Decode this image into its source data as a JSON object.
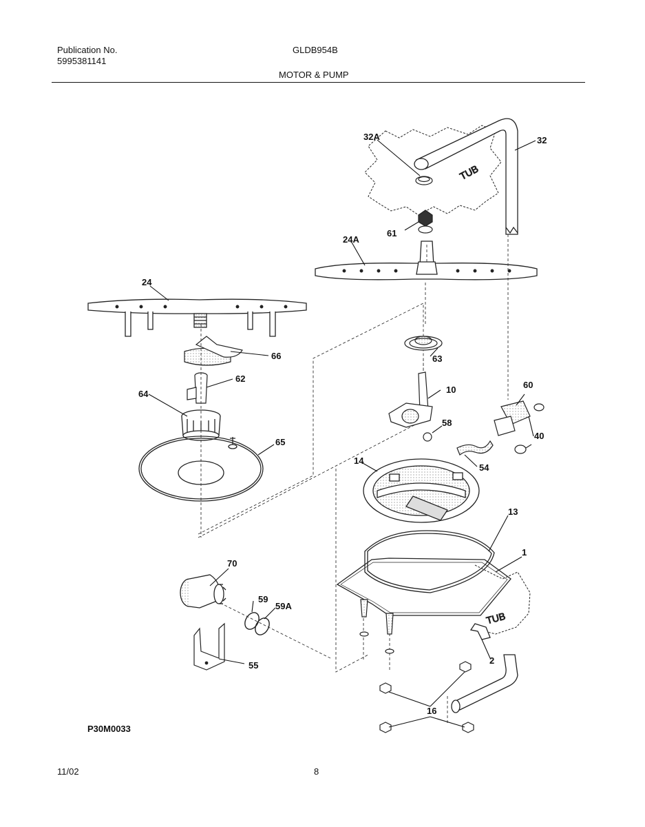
{
  "header": {
    "publication_label": "Publication No.",
    "publication_number": "5995381141",
    "model": "GLDB954B",
    "section": "MOTOR & PUMP"
  },
  "callouts": {
    "c32A": "32A",
    "c32": "32",
    "c61": "61",
    "c24A": "24A",
    "c24": "24",
    "c66": "66",
    "c63": "63",
    "c62": "62",
    "c10": "10",
    "c60": "60",
    "c64": "64",
    "c58": "58",
    "c40": "40",
    "c65": "65",
    "c54": "54",
    "c14": "14",
    "c13": "13",
    "c1": "1",
    "c70": "70",
    "c59": "59",
    "c59A": "59A",
    "c55": "55",
    "c2": "2",
    "c16": "16"
  },
  "labels": {
    "tub_top": "TUB",
    "tub_bottom": "TUB"
  },
  "diagram_code": "P30M0033",
  "footer": {
    "date": "11/02",
    "page": "8"
  }
}
